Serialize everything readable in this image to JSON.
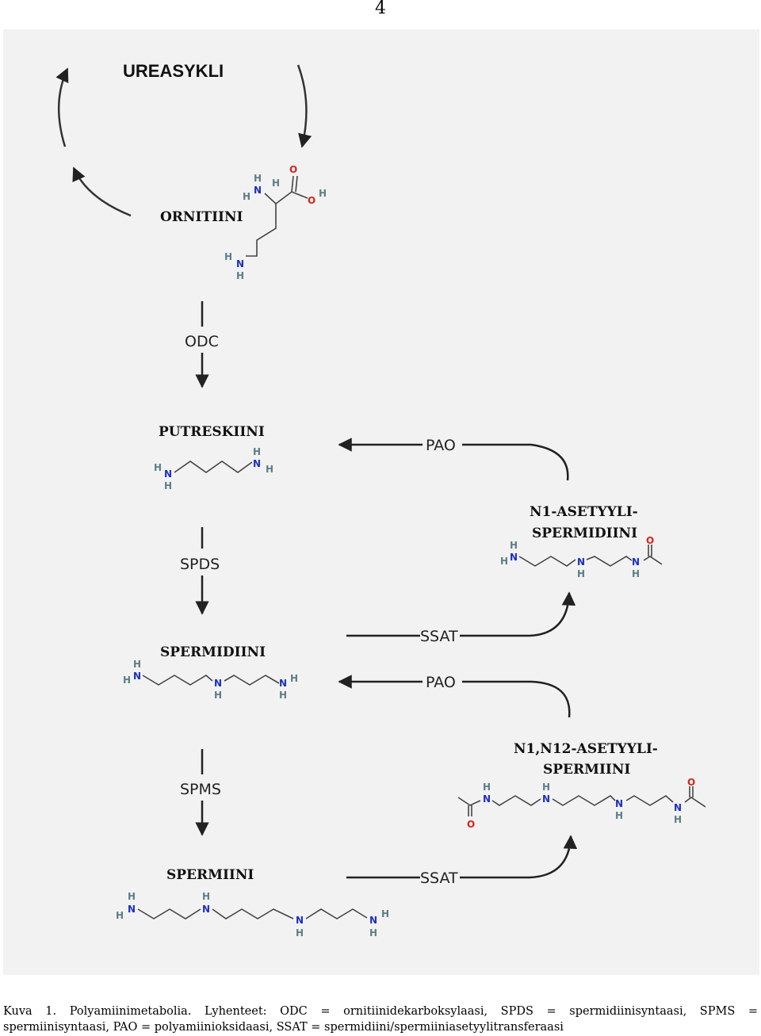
{
  "page_number": "4",
  "labels": {
    "urea_cycle": "UREASYKLI",
    "ornithine": "ORNITIINI",
    "putrescine": "PUTRESKIINI",
    "spermidine": "SPERMIDIINI",
    "spermine": "SPERMIINI",
    "n1_acetyl_spermidine_1": "N1-ASETYYLI-",
    "n1_acetyl_spermidine_2": "SPERMIDIINI",
    "n1n12_acetyl_spermine_1": "N1,N12-ASETYYLI-",
    "n1n12_acetyl_spermine_2": "SPERMIINI"
  },
  "enzymes": {
    "odc": "ODC",
    "spds": "SPDS",
    "spms": "SPMS",
    "pao_1": "PAO",
    "pao_2": "PAO",
    "ssat_1": "SSAT",
    "ssat_2": "SSAT"
  },
  "atoms": {
    "h": "H",
    "n": "N",
    "o": "O"
  },
  "caption": "Kuva 1. Polyamiinimetabolia. Lyhenteet: ODC = ornitiinidekarboksylaasi, SPDS = spermidiinisyntaasi, SPMS = spermiinisyntaasi, PAO = polyamiinioksidaasi, SSAT = spermidiini/spermiiniasetyylitransferaasi",
  "colors": {
    "nitrogen": "#1a2fd0",
    "oxygen": "#e0201a",
    "hydrogen": "#5a7f86",
    "background": "#f2f2f2"
  }
}
